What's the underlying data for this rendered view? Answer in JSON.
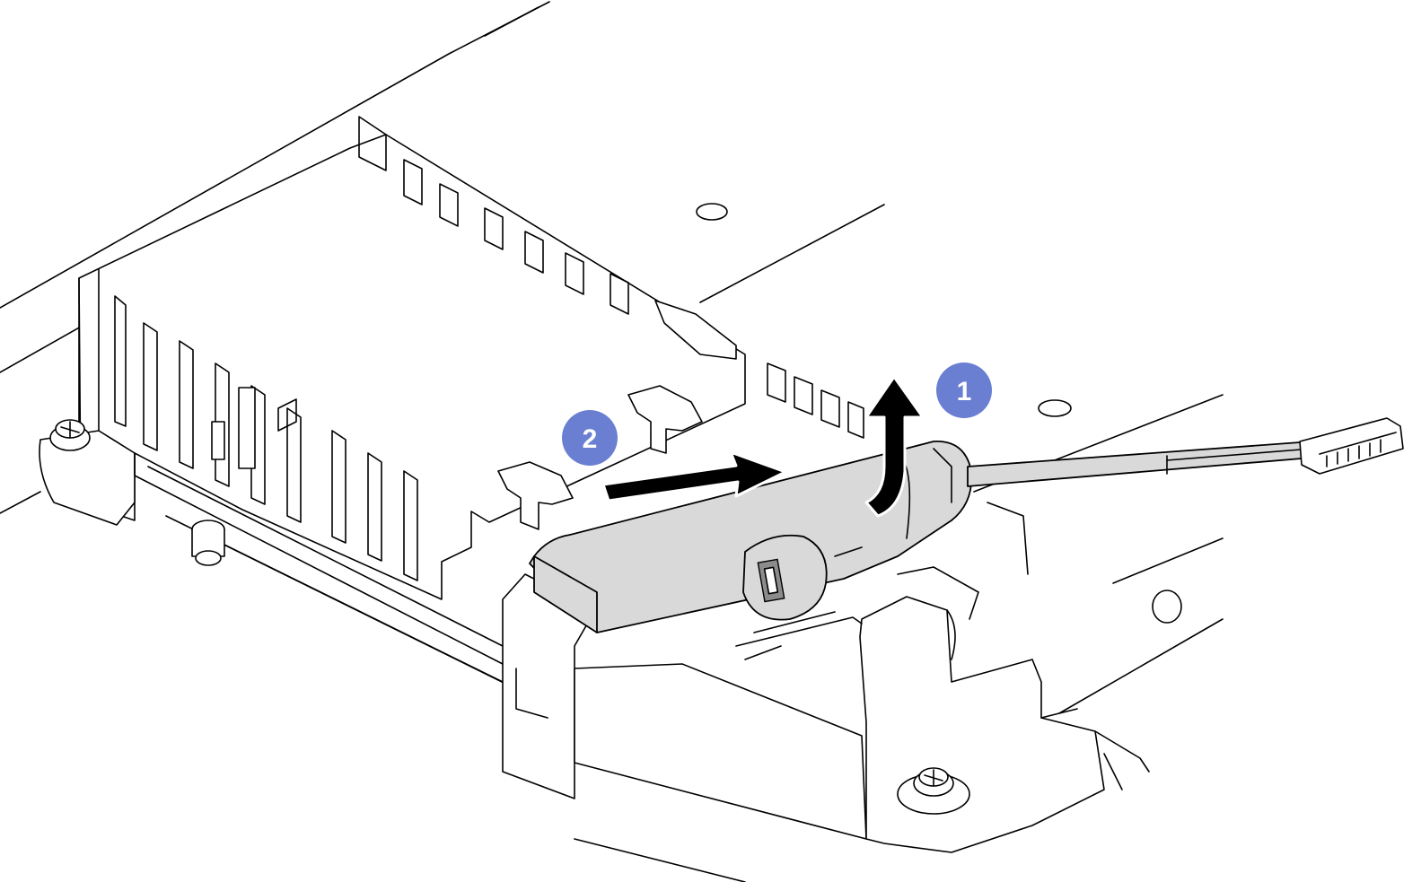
{
  "callouts": [
    {
      "number": "1",
      "color": "#6b7fd2",
      "meaning": "lift-up"
    },
    {
      "number": "2",
      "color": "#6b7fd2",
      "meaning": "slide-out"
    }
  ],
  "colors": {
    "line": "#000000",
    "part_fill": "#ffffff",
    "battery_fill": "#d9d9d9",
    "callout": "#6b7fd2"
  },
  "icons": [
    "curved-up-arrow-icon",
    "right-arrow-icon",
    "screw-icon",
    "connector-icon"
  ]
}
